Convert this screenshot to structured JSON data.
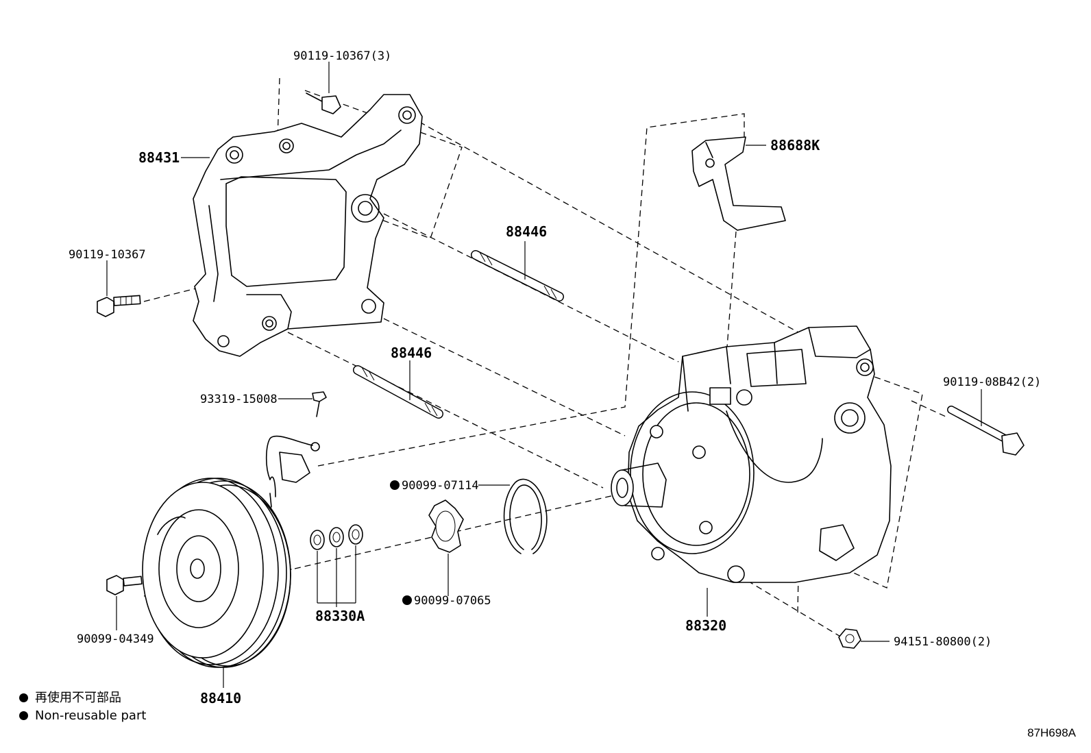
{
  "parts": {
    "p_90119_10367_3": "90119-10367(3)",
    "p_88431": "88431",
    "p_90119_10367": "90119-10367",
    "p_88446_a": "88446",
    "p_88446_b": "88446",
    "p_88688K": "88688K",
    "p_93319_15008": "93319-15008",
    "p_90099_07114": "90099-07114",
    "p_90119_08B42_2": "90119-08B42(2)",
    "p_90099_07065": "90099-07065",
    "p_88330A": "88330A",
    "p_90099_04349": "90099-04349",
    "p_88320": "88320",
    "p_94151_80800_2": "94151-80800(2)",
    "p_88410": "88410"
  },
  "legend": {
    "line_jp": "再使用不可部品",
    "line_en": "Non-reusable part"
  },
  "figure_code": "87H698A"
}
